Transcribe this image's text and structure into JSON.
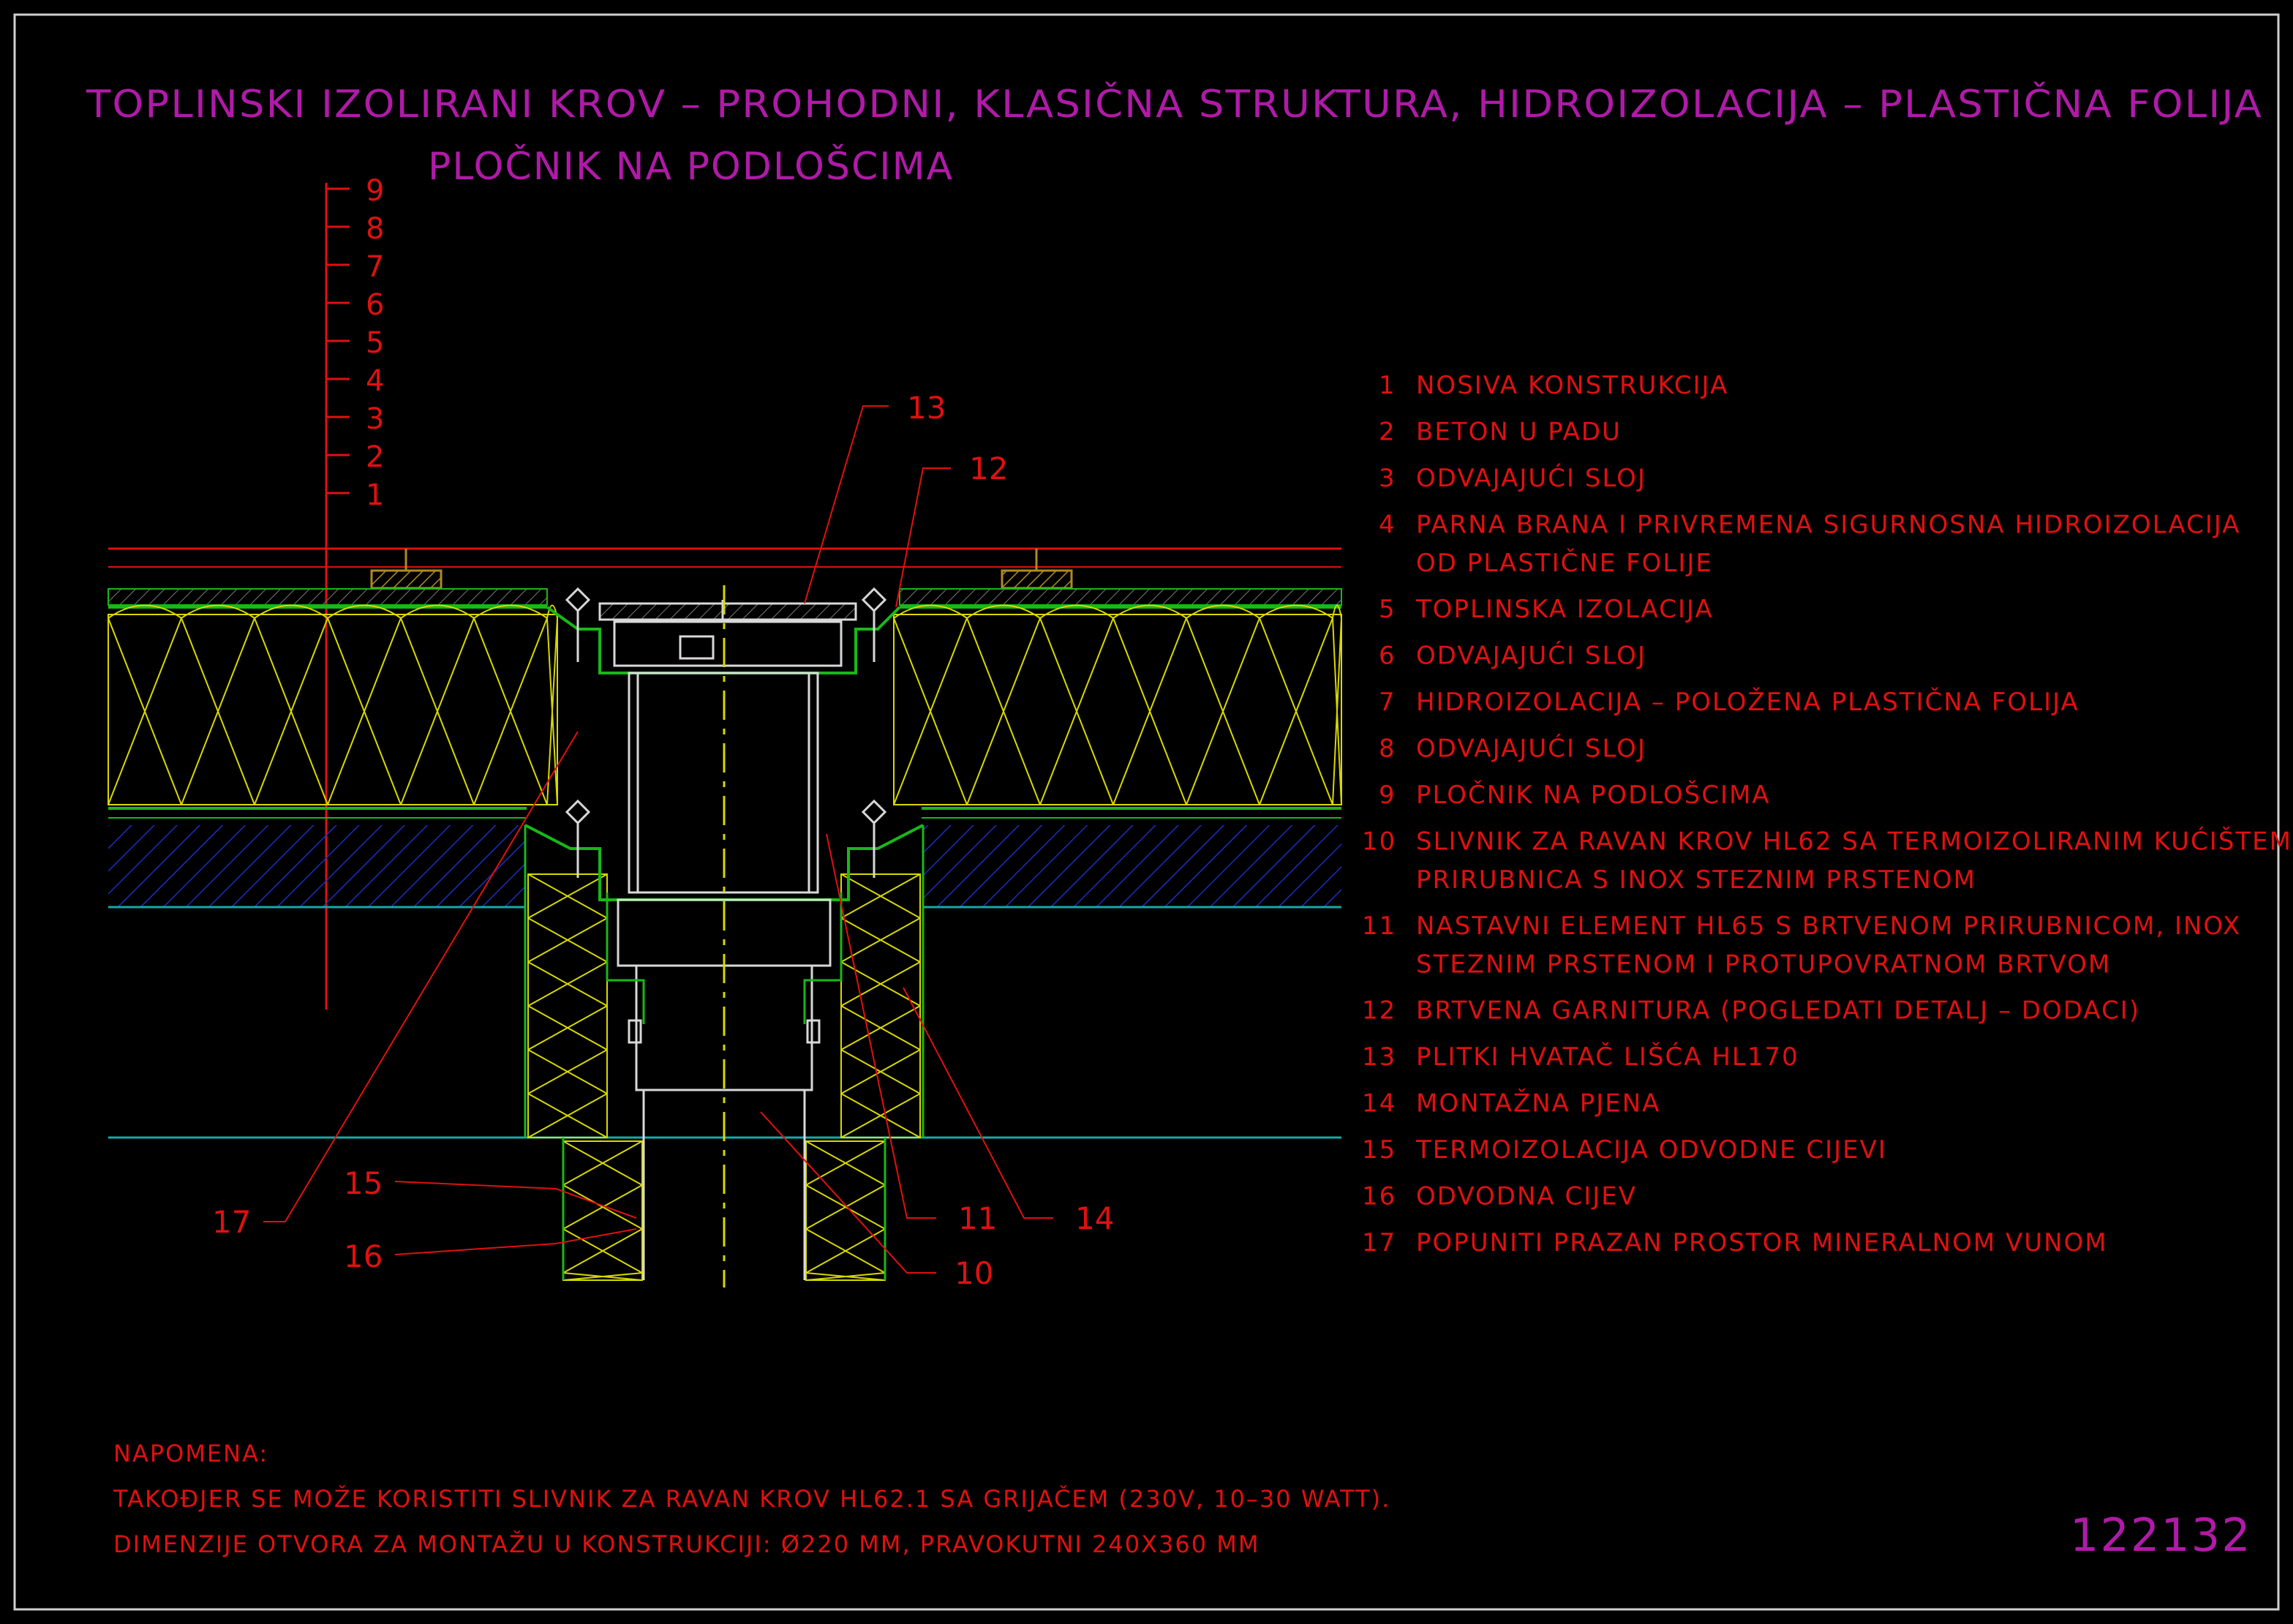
{
  "title": {
    "line1": "TOPLINSKI IZOLIRANI KROV – PROHODNI, KLASIČNA STRUKTURA, HIDROIZOLACIJA – PLASTIČNA FOLIJA",
    "line2": "PLOČNIK NA PODLOŠCIMA"
  },
  "scale_numbers": [
    "9",
    "8",
    "7",
    "6",
    "5",
    "4",
    "3",
    "2",
    "1"
  ],
  "callouts": [
    "13",
    "12",
    "17",
    "15",
    "16",
    "11",
    "10",
    "14"
  ],
  "legend": [
    {
      "n": "1",
      "lines": [
        "NOSIVA KONSTRUKCIJA"
      ]
    },
    {
      "n": "2",
      "lines": [
        "BETON U PADU"
      ]
    },
    {
      "n": "3",
      "lines": [
        "ODVAJAJUĆI SLOJ"
      ]
    },
    {
      "n": "4",
      "lines": [
        "PARNA BRANA I PRIVREMENA SIGURNOSNA HIDROIZOLACIJA",
        "OD PLASTIČNE FOLIJE"
      ]
    },
    {
      "n": "5",
      "lines": [
        "TOPLINSKA IZOLACIJA"
      ]
    },
    {
      "n": "6",
      "lines": [
        "ODVAJAJUĆI SLOJ"
      ]
    },
    {
      "n": "7",
      "lines": [
        "HIDROIZOLACIJA – POLOŽENA PLASTIČNA FOLIJA"
      ]
    },
    {
      "n": "8",
      "lines": [
        "ODVAJAJUĆI SLOJ"
      ]
    },
    {
      "n": "9",
      "lines": [
        "PLOČNIK NA PODLOŠCIMA"
      ]
    },
    {
      "n": "10",
      "lines": [
        "SLIVNIK ZA RAVAN KROV HL62 SA TERMOIZOLIRANIM KUĆIŠTEM,",
        "PRIRUBNICA S INOX STEZNIM PRSTENOM"
      ]
    },
    {
      "n": "11",
      "lines": [
        "NASTAVNI ELEMENT HL65 S BRTVENOM PRIRUBNICOM, INOX",
        "STEZNIM PRSTENOM I PROTUPOVRATNOM BRTVOM"
      ]
    },
    {
      "n": "12",
      "lines": [
        "BRTVENA GARNITURA (POGLEDATI DETALJ – DODACI)"
      ]
    },
    {
      "n": "13",
      "lines": [
        "PLITKI HVATAČ LIŠĆA HL170"
      ]
    },
    {
      "n": "14",
      "lines": [
        "MONTAŽNA PJENA"
      ]
    },
    {
      "n": "15",
      "lines": [
        "TERMOIZOLACIJA ODVODNE CIJEVI"
      ]
    },
    {
      "n": "16",
      "lines": [
        "ODVODNA CIJEV"
      ]
    },
    {
      "n": "17",
      "lines": [
        "POPUNITI PRAZAN PROSTOR MINERALNOM VUNOM"
      ]
    }
  ],
  "notes": {
    "heading": "NAPOMENA:",
    "line1": "TAKOĐJER SE MOŽE KORISTITI SLIVNIK ZA RAVAN KROV HL62.1 SA GRIJAČEM (230V, 10–30 WATT).",
    "line2": "DIMENZIJE OTVORA ZA MONTAŽU U KONSTRUKCIJI: Ø220 MM, PRAVOKUTNI 240X360 MM"
  },
  "drawing_number": "122132",
  "colors": {
    "background": "#000000",
    "title": "#b01aa8",
    "text": "#e01010",
    "insulation": "#d8d800",
    "membrane": "#18b818",
    "hatch": "#1a2fbf",
    "concrete_line": "#18a8a8",
    "paver": "#b08a20",
    "frame": "#d0d0d0"
  }
}
